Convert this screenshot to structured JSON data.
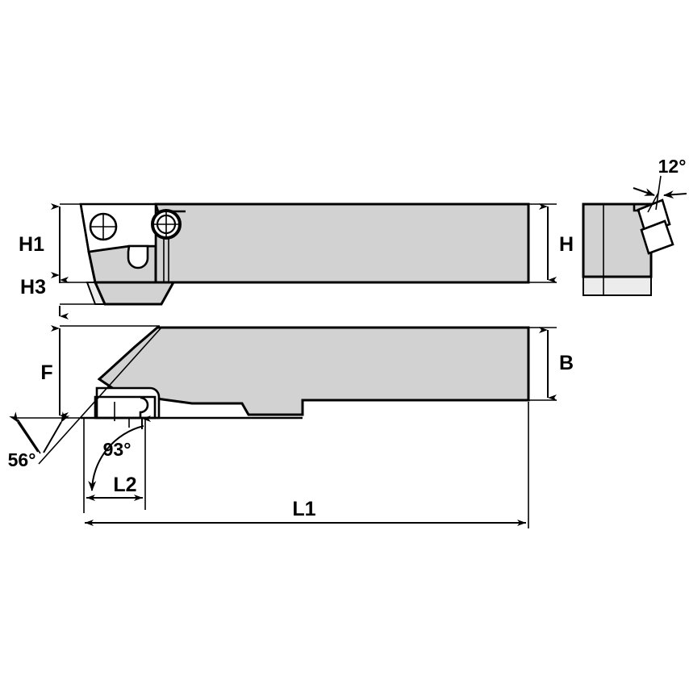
{
  "drawing": {
    "title": "Turning Tool Holder Technical Drawing",
    "background_color": "#ffffff",
    "body_fill_color": "#d2d2d2",
    "body_light_fill_color": "#ececec",
    "line_color": "#000000",
    "views": {
      "side_view": {
        "name": "Side elevation view"
      },
      "plan_view": {
        "name": "Plan / top view"
      },
      "end_view": {
        "name": "End / front view"
      }
    },
    "dimensions": {
      "h1": "H1",
      "h3": "H3",
      "h": "H",
      "f": "F",
      "b": "B",
      "l1": "L1",
      "l2": "L2"
    },
    "angles": {
      "lead_angle": "93°",
      "corner_angle": "56°",
      "rake_angle": "12°"
    }
  }
}
